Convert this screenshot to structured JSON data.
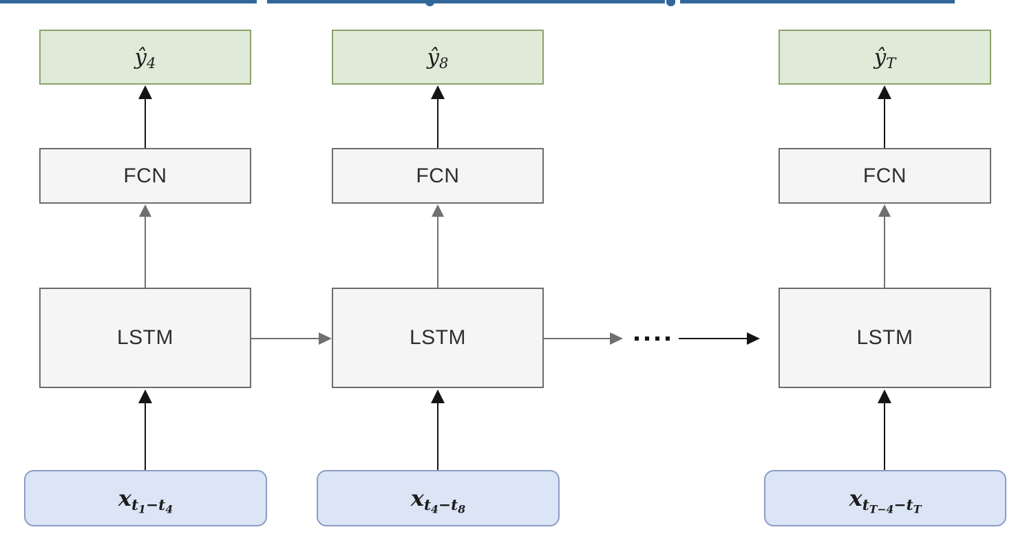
{
  "colors": {
    "strip_blue": "#31679b",
    "green_fill": "#e0ead8",
    "green_border": "#8aa36c",
    "gray_fill": "#f5f5f5",
    "gray_border": "#6b6b6b",
    "blue_fill": "#dbe5f5",
    "blue_border": "#8c9cc4",
    "arrow_black": "#141414",
    "arrow_gray": "#707070",
    "text_dark": "#2e2e2e",
    "background": "#ffffff"
  },
  "diagram": {
    "type": "flow-diagram",
    "ellipsis_dot_count": 4,
    "columns": [
      {
        "output_label": {
          "base": "ŷ",
          "sub": "4"
        },
        "fcn_label": "FCN",
        "lstm_label": "LSTM",
        "input_label": {
          "base": "x",
          "sub_t1": "t",
          "sub_a": "1",
          "sub_minus": "−",
          "sub_t2": "t",
          "sub_b": "4"
        }
      },
      {
        "output_label": {
          "base": "ŷ",
          "sub": "8"
        },
        "fcn_label": "FCN",
        "lstm_label": "LSTM",
        "input_label": {
          "base": "x",
          "sub_t1": "t",
          "sub_a": "4",
          "sub_minus": "−",
          "sub_t2": "t",
          "sub_b": "8"
        }
      },
      {
        "output_label": {
          "base": "ŷ",
          "sub": "T"
        },
        "fcn_label": "FCN",
        "lstm_label": "LSTM",
        "input_label": {
          "base": "x",
          "sub_t1": "t",
          "sub_a": "T−4",
          "sub_minus": "−",
          "sub_t2": "t",
          "sub_b": "T"
        }
      }
    ]
  }
}
